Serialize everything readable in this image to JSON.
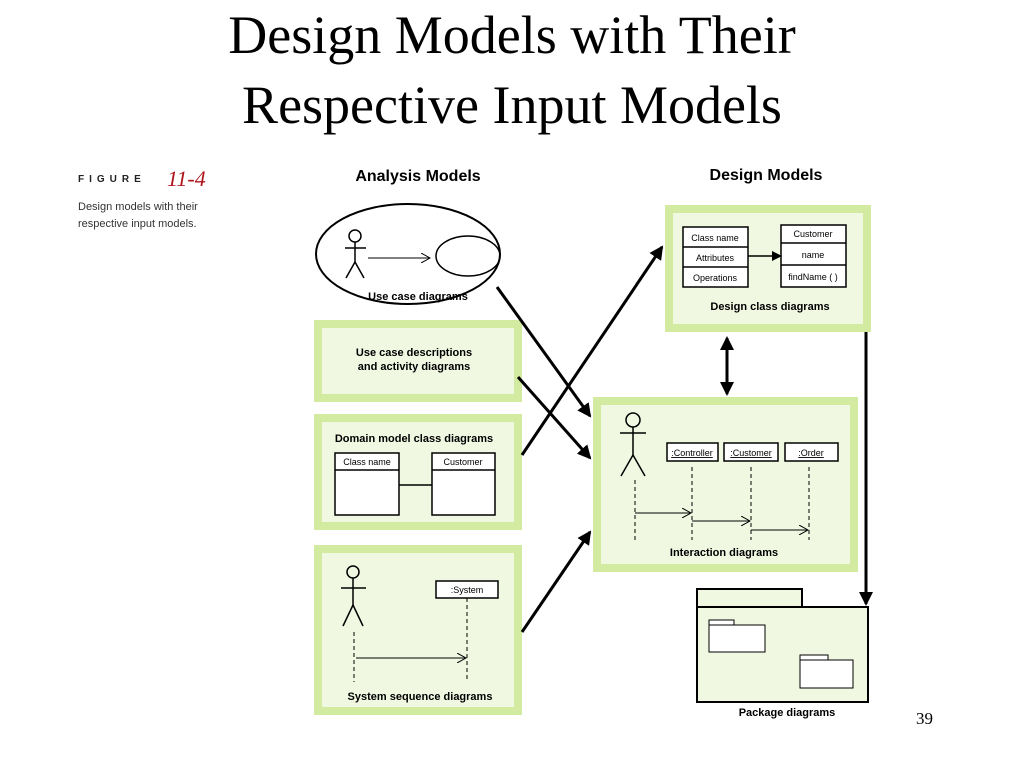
{
  "slide": {
    "title_line1": "Design Models with Their",
    "title_line2": "Respective Input Models",
    "page_number": "39"
  },
  "figure": {
    "label": "FIGURE",
    "number": "11-4",
    "caption_line1": "Design models with their",
    "caption_line2": "respective input models."
  },
  "analysis": {
    "heading": "Analysis Models",
    "use_case": "Use case diagrams",
    "descriptions_line1": "Use case descriptions",
    "descriptions_line2": "and activity diagrams",
    "domain": {
      "title": "Domain model class diagrams",
      "class1": "Class name",
      "class2": "Customer"
    },
    "ssd": {
      "title": "System sequence  diagrams",
      "object": ":System"
    }
  },
  "design": {
    "heading": "Design Models",
    "class_diagram": {
      "title": "Design class diagrams",
      "left": [
        "Class name",
        "Attributes",
        "Operations"
      ],
      "right": [
        "Customer",
        "name",
        "findName ( )"
      ]
    },
    "interaction": {
      "title": "Interaction diagrams",
      "objects": [
        ":Controller",
        ":Customer",
        ":Order"
      ]
    },
    "package": {
      "title": "Package diagrams"
    }
  },
  "colors": {
    "box_outer": "#d3eba0",
    "box_inner": "#f1f8e2",
    "figure_number": "#b0141c"
  }
}
